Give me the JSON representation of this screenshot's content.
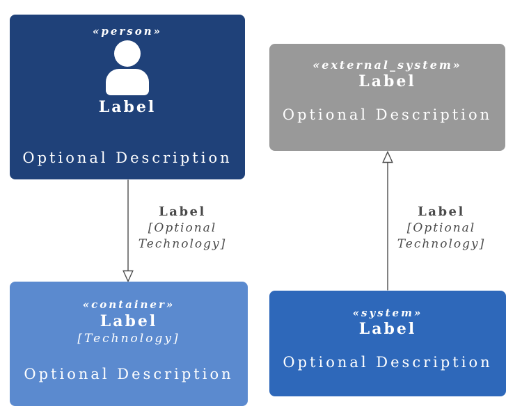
{
  "nodes": {
    "person": {
      "stereotype": "«person»",
      "label": "Label",
      "description": "Optional Description",
      "icon": "person-icon",
      "color": "#1f4179"
    },
    "external_system": {
      "stereotype": "«external_system»",
      "label": "Label",
      "description": "Optional Description",
      "color": "#999999"
    },
    "container": {
      "stereotype": "«container»",
      "label": "Label",
      "technology": "[Technology]",
      "description": "Optional Description",
      "color": "#5b8acf"
    },
    "system": {
      "stereotype": "«system»",
      "label": "Label",
      "description": "Optional Description",
      "color": "#2e68ba"
    }
  },
  "edges": {
    "person_to_container": {
      "label": "Label",
      "technology": "[Optional Technology]",
      "direction": "down",
      "arrowhead": "hollow-triangle"
    },
    "system_to_external_system": {
      "label": "Label",
      "technology": "[Optional Technology]",
      "direction": "up",
      "arrowhead": "hollow-triangle"
    }
  },
  "colors": {
    "edge_line": "#4c4c4c",
    "edge_label_text": "#4a4a4a",
    "node_text": "#ffffff",
    "background": "#ffffff"
  }
}
